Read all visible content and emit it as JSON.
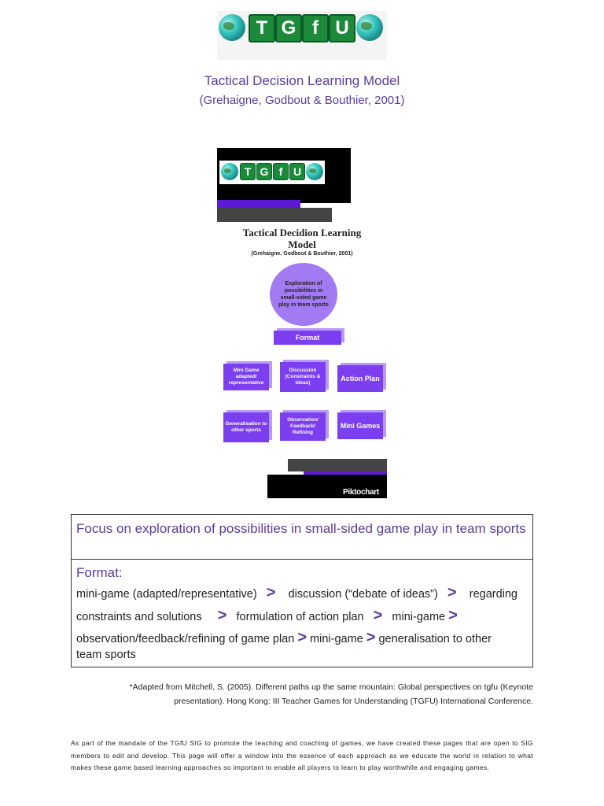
{
  "logo": {
    "letters": [
      "T",
      "G",
      "f",
      "U"
    ]
  },
  "header": {
    "title": "Tactical Decision Learning Model",
    "subtitle": "(Grehaigne, Godbout & Bouthier, 2001)"
  },
  "infographic": {
    "title_line1": "Tactical Decidion Learning",
    "title_line2": "Model",
    "subtitle": "(Grehaigne, Godbout & Bouthier, 2001)",
    "circle_text": "Exploration of possibilities in small-sided game play in team sports",
    "format_label": "Format",
    "boxes": [
      "Mini Game adapted/ representative",
      "Discussion (Constraints & ideas)",
      "Action Plan",
      "Generalisation to other sports",
      "Observation/ Feedback/ Refining",
      "Mini Games"
    ],
    "brand": "Piktochart"
  },
  "focus": {
    "heading": "Focus on exploration of possibilities in small-sided game play in team sports",
    "format_label": "Format:",
    "arrow": ">",
    "line1": [
      "mini-game (adapted/representative)",
      "discussion (“debate of ideas”)",
      "regarding"
    ],
    "line2": [
      "constraints and solutions",
      "formulation of action plan",
      "mini-game"
    ],
    "line3": [
      "observation/feedback/refining of game plan",
      "mini-game",
      "generalisation to other"
    ],
    "line4": "team sports"
  },
  "footnote": {
    "line1": "*Adapted from Mitchell, S. (2005). Different paths up the same mountain: Global perspectives on tgfu (Keynote",
    "line2": "presentation). Hong Kong: III Teacher Games for Understanding (TGFU) International Conference."
  },
  "mandate": "As part of the mandate of the TGfU SIG to promote the teaching and coaching of games, we have created these pages that are open to SIG members to edit and develop. This page will offer a window into the essence of each approach as we educate the world in relation to what makes these game based learning approaches so important to enable all players to learn to play worthwhile and engaging games."
}
